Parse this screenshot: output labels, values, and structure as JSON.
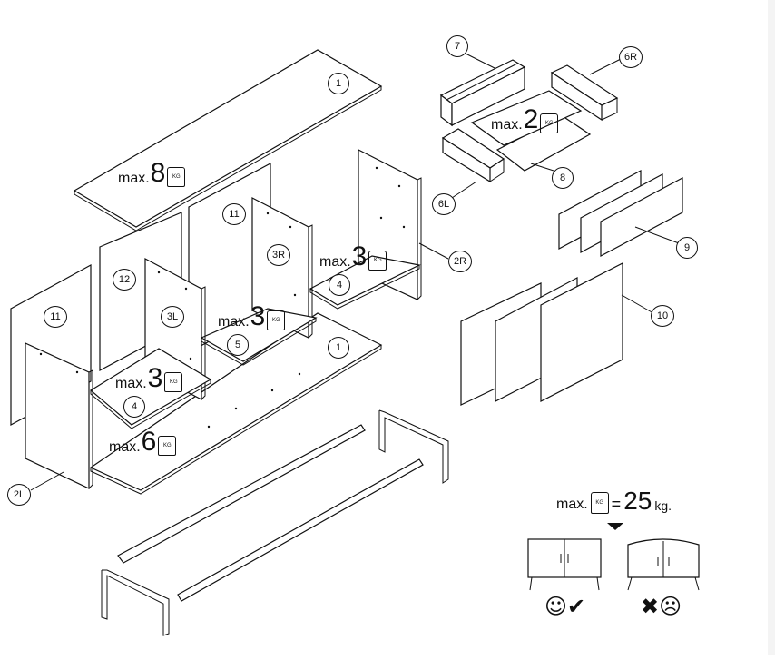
{
  "diagram": {
    "part_labels": [
      {
        "id": "top",
        "text": "1"
      },
      {
        "id": "bottom",
        "text": "1"
      },
      {
        "id": "side-left",
        "text": "2L"
      },
      {
        "id": "side-right",
        "text": "2R"
      },
      {
        "id": "divider-left",
        "text": "3L"
      },
      {
        "id": "divider-right",
        "text": "3R"
      },
      {
        "id": "shelf-left",
        "text": "4"
      },
      {
        "id": "shelf-right",
        "text": "4"
      },
      {
        "id": "shelf-middle",
        "text": "5"
      },
      {
        "id": "drawer-side-left",
        "text": "6L"
      },
      {
        "id": "drawer-side-right",
        "text": "6R"
      },
      {
        "id": "drawer-back",
        "text": "7"
      },
      {
        "id": "drawer-bottom",
        "text": "8"
      },
      {
        "id": "drawer-fronts",
        "text": "9"
      },
      {
        "id": "doors",
        "text": "10"
      },
      {
        "id": "back-panel-left",
        "text": "11"
      },
      {
        "id": "back-panel-right",
        "text": "11"
      },
      {
        "id": "back-panel-middle",
        "text": "12"
      }
    ],
    "weight_limits": {
      "top": {
        "prefix": "max.",
        "value": "8",
        "unit_icon": "KG"
      },
      "shelf_right": {
        "prefix": "max.",
        "value": "3",
        "unit_icon": "KG"
      },
      "shelf_middle": {
        "prefix": "max.",
        "value": "3",
        "unit_icon": "KG"
      },
      "shelf_left": {
        "prefix": "max.",
        "value": "3",
        "unit_icon": "KG"
      },
      "bottom": {
        "prefix": "max.",
        "value": "6",
        "unit_icon": "KG"
      },
      "drawer": {
        "prefix": "max.",
        "value": "2",
        "unit_icon": "KG"
      }
    },
    "total_load": {
      "prefix": "max.",
      "unit_icon": "KG",
      "equals": "=",
      "value": "25",
      "unit": "kg."
    },
    "verdicts": {
      "correct": {
        "symbols": "☺✔"
      },
      "incorrect": {
        "symbols": "✖☹"
      }
    }
  }
}
